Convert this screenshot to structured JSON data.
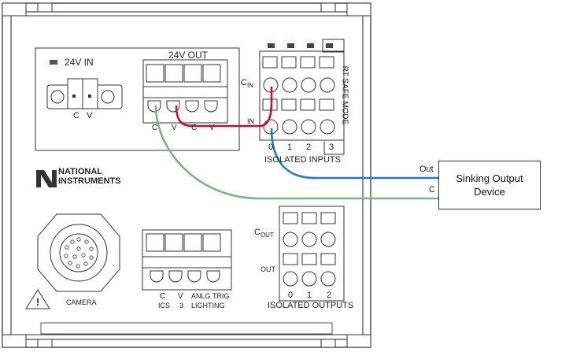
{
  "power": {
    "label": "24V IN",
    "c": "C",
    "v": "V"
  },
  "out24": {
    "label": "24V OUT",
    "pins": [
      "C",
      "V",
      "C",
      "V"
    ]
  },
  "brand": {
    "line1": "NATIONAL",
    "line2": "INSTRUMENTS"
  },
  "inputs": {
    "cin": "C",
    "cin_sub": "IN",
    "in": "IN",
    "channels": [
      "0",
      "1",
      "2",
      "3"
    ],
    "title": "ISOLATED INPUTS",
    "rt_safe": "RT SAFE MODE"
  },
  "outputs": {
    "cout": "C",
    "cout_sub": "OUT",
    "out": "OUT",
    "channels": [
      "0",
      "1",
      "2"
    ],
    "title": "ISOLATED OUTPUTS"
  },
  "camera": {
    "label": "CAMERA"
  },
  "lighting": {
    "pins_top": [
      "C",
      "V",
      "ANLG",
      "TRIG"
    ],
    "pins_bottom": [
      "ICS",
      "3",
      "LIGHTING"
    ]
  },
  "device": {
    "line1": "Sinking Output",
    "line2": "Device",
    "out_label": "Out",
    "c_label": "C"
  },
  "colors": {
    "red_wire": "#c8102e",
    "blue_wire": "#1a7fc1",
    "green_wire": "#7fb287"
  }
}
